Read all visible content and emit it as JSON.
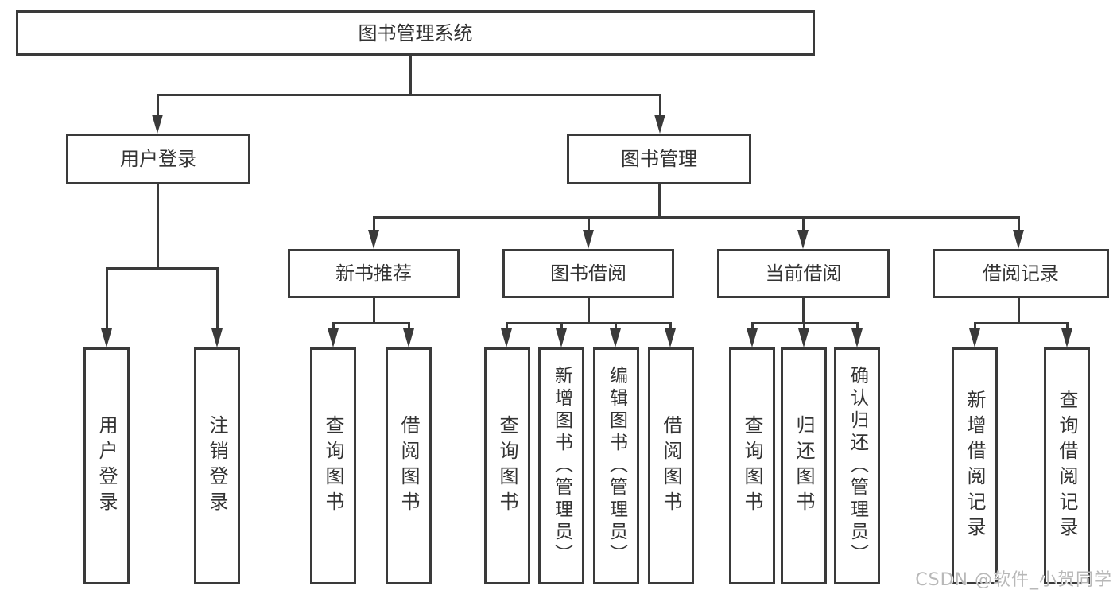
{
  "tree": {
    "root": "图书管理系统",
    "level2": [
      {
        "label": "用户登录",
        "children": [
          {
            "label": "用户登录"
          },
          {
            "label": "注销登录"
          }
        ]
      },
      {
        "label": "图书管理",
        "groups": [
          {
            "label": "新书推荐",
            "children": [
              {
                "label": "查询图书"
              },
              {
                "label": "借阅图书"
              }
            ]
          },
          {
            "label": "图书借阅",
            "children": [
              {
                "label": "查询图书"
              },
              {
                "label": "新增图书（管理员）"
              },
              {
                "label": "编辑图书（管理员）"
              },
              {
                "label": "借阅图书"
              }
            ]
          },
          {
            "label": "当前借阅",
            "children": [
              {
                "label": "查询图书"
              },
              {
                "label": "归还图书"
              },
              {
                "label": "确认归还（管理员）"
              }
            ]
          },
          {
            "label": "借阅记录",
            "children": [
              {
                "label": "新增借阅记录"
              },
              {
                "label": "查询借阅记录"
              }
            ]
          }
        ]
      }
    ]
  },
  "watermark": {
    "text": "CSDN @软件_小贺同学"
  },
  "colors": {
    "line": "#3a3a3a",
    "text": "#333333",
    "watermark": "#b8b8b8",
    "background": "#ffffff"
  }
}
